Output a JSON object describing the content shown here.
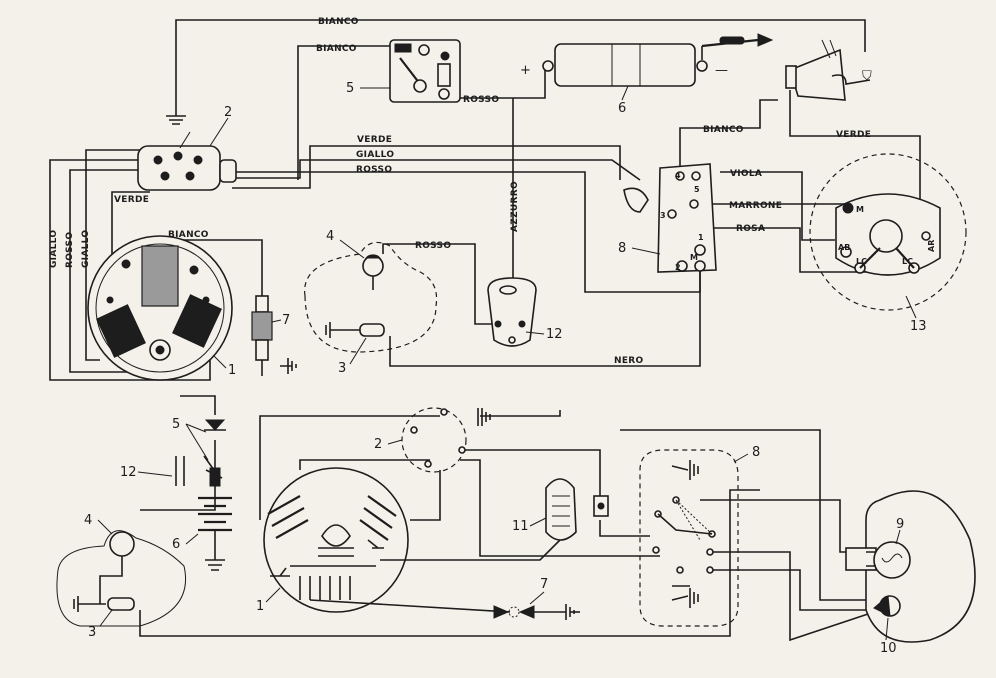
{
  "wire_labels": {
    "bianco": "BIANCO",
    "rosso": "ROSSO",
    "verde": "VERDE",
    "giallo": "GIALLO",
    "azzurro": "AZZURRO",
    "nero": "NERO",
    "viola": "VIOLA",
    "marrone": "MARRONE",
    "rosa": "ROSA"
  },
  "polarity": {
    "plus": "+",
    "minus": "—"
  },
  "component_numbers": {
    "n1": "1",
    "n2": "2",
    "n3": "3",
    "n4": "4",
    "n5": "5",
    "n6": "6",
    "n7": "7",
    "n8": "8",
    "n9": "9",
    "n10": "10",
    "n11": "11",
    "n12": "12",
    "n13": "13"
  },
  "switch_pins": {
    "p1": "1",
    "p2": "2",
    "p3": "3",
    "p4": "4",
    "p5": "5",
    "pM": "M"
  },
  "headlamp_pins": {
    "m": "M",
    "ab": "AB",
    "lc": "LC",
    "ar": "AR"
  }
}
